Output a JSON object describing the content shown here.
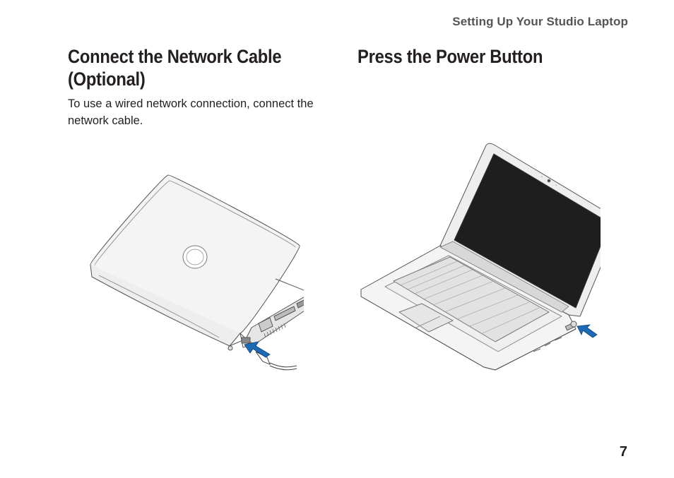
{
  "header": {
    "running_title": "Setting Up Your Studio Laptop"
  },
  "sections": [
    {
      "heading_line1": "Connect the Network Cable",
      "heading_line2": "(Optional)",
      "body": "To use a wired network connection, connect the network cable."
    },
    {
      "heading": "Press the Power Button"
    }
  ],
  "footer": {
    "page_number": "7"
  },
  "colors": {
    "arrow": "#1e6ab4",
    "line": "#555555",
    "screen": "#1e1e1e"
  }
}
